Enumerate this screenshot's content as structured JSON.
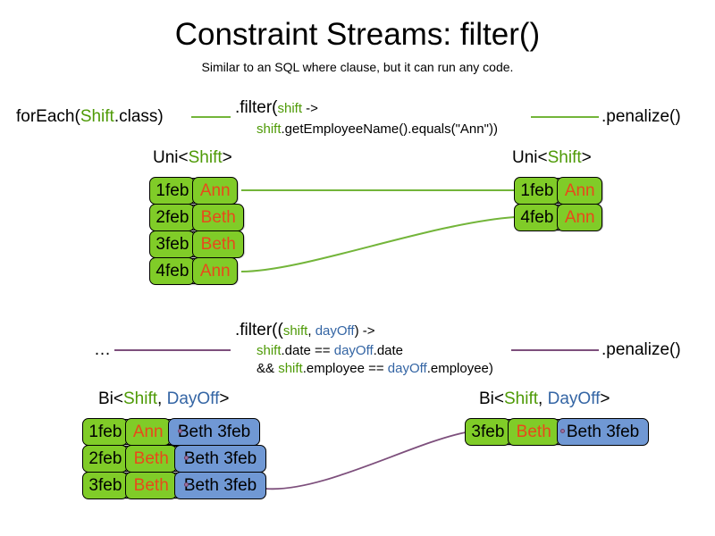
{
  "slide": {
    "title": "Constraint Streams: filter()",
    "subtitle": "Similar to an SQL where clause, but it can run any code."
  },
  "colors": {
    "shift_green": "#80cc28",
    "dayoff_blue": "#7098d4",
    "name_orange": "#e8491b",
    "token_shift_green": "#4e9a06",
    "token_dayoff_blue": "#3465a4",
    "connector_green": "#73b53a",
    "connector_purple": "#7d4f7c"
  },
  "pipeline_uni": {
    "source_label_prefix": "forEach(",
    "source_label_type": "Shift",
    "source_label_suffix": ".class)",
    "filter_line1_head": ".filter(",
    "filter_line1_var": "shift",
    "filter_line1_tail": " ->",
    "filter_line2_var": "shift",
    "filter_line2_tail": ".getEmployeeName().equals(\"Ann\"))",
    "penalize_label": ".penalize()"
  },
  "pipeline_bi": {
    "source_label": "…",
    "filter_line1_head": ".filter((",
    "filter_line1_var1": "shift",
    "filter_line1_sep": ", ",
    "filter_line1_var2": "dayOff",
    "filter_line1_tail": ") ->",
    "filter_line2_var1": "shift",
    "filter_line2_mid": ".date == ",
    "filter_line2_var2": "dayOff",
    "filter_line2_tail": ".date",
    "filter_line3_head": "&& ",
    "filter_line3_var1": "shift",
    "filter_line3_mid": ".employee == ",
    "filter_line3_var2": "dayOff",
    "filter_line3_tail": ".employee)",
    "penalize_label": ".penalize()"
  },
  "captions": {
    "uni_prefix": "Uni<",
    "uni_shift": "Shift",
    "uni_suffix": ">",
    "bi_prefix": "Bi<",
    "bi_shift": "Shift",
    "bi_sep": ", ",
    "bi_dayoff": "DayOff",
    "bi_suffix": ">"
  },
  "uni_left_tuples": [
    {
      "date": "1feb",
      "name": "Ann"
    },
    {
      "date": "2feb",
      "name": "Beth"
    },
    {
      "date": "3feb",
      "name": "Beth"
    },
    {
      "date": "4feb",
      "name": "Ann"
    }
  ],
  "uni_right_tuples": [
    {
      "date": "1feb",
      "name": "Ann"
    },
    {
      "date": "4feb",
      "name": "Ann"
    }
  ],
  "bi_left_tuples": [
    {
      "date": "1feb",
      "name": "Ann",
      "dayoff": "Beth 3feb"
    },
    {
      "date": "2feb",
      "name": "Beth",
      "dayoff": "Beth 3feb"
    },
    {
      "date": "3feb",
      "name": "Beth",
      "dayoff": "Beth 3feb"
    }
  ],
  "bi_right_tuples": [
    {
      "date": "3feb",
      "name": "Beth",
      "dayoff": "Beth 3feb"
    }
  ]
}
